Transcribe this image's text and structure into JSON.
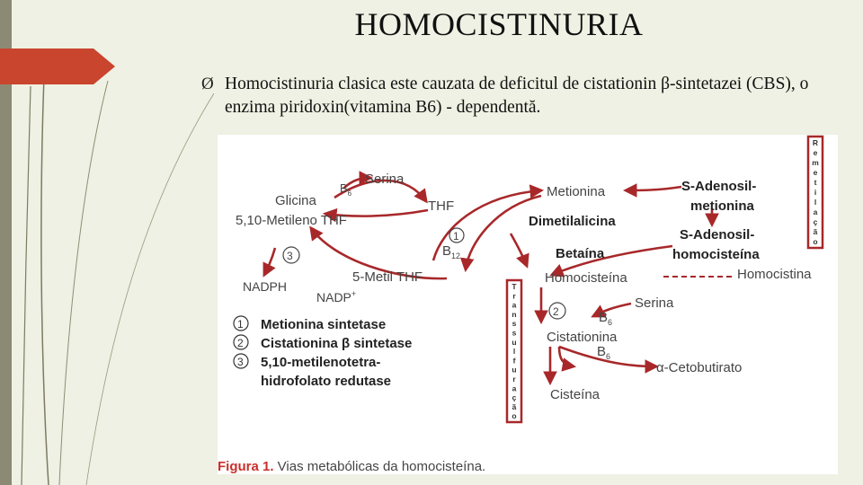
{
  "slide": {
    "title": "HOMOCISTINURIA",
    "bullet": "Homocistinuria clasica este cauzata de deficitul de cistationin β-sintetazei (CBS), o enzima piridoxin(vitamina B6) - dependentă.",
    "bullet_marker": "Ø"
  },
  "figure": {
    "labels": {
      "serina_top": "Serina",
      "glicina": "Glicina",
      "b6_top": "B",
      "b6_top_sub": "6",
      "thf": "THF",
      "metileno_thf": "5,10-Metileno THF",
      "circle1": "1",
      "b12": "B",
      "b12_sub": "12",
      "circle3": "3",
      "metil_thf": "5-Metil THF",
      "nadph": "NADPH",
      "nadp": "NADP",
      "nadp_sup": "+",
      "metionina": "Metionina",
      "dimetilalicina": "Dimetilalicina",
      "betaina": "Betaína",
      "sam1": "S-Adenosil-",
      "sam2": "metionina",
      "sah1": "S-Adenosil-",
      "sah2": "homocisteína",
      "homocisteina": "Homocisteína",
      "homocistina": "Homocistina",
      "serina_right": "Serina",
      "circle2": "2",
      "b6_mid": "B",
      "b6_mid_sub": "6",
      "cistationina": "Cistationina",
      "b6_low": "B",
      "b6_low_sub": "6",
      "cetobutirato": "α-Cetobutirato",
      "cisteina": "Cisteína",
      "legend1": "Metionina sintetase",
      "legend2": "Cistationina β sintetase",
      "legend3a": "5,10-metilenotetra-",
      "legend3b": "hidrofolato redutase",
      "leg_num1": "1",
      "leg_num2": "2",
      "leg_num3": "3",
      "caption_bold": "Figura 1.",
      "caption": " Vias metabólicas da homocisteína."
    },
    "vertical_box_1": [
      "R",
      "e",
      "m",
      "e",
      "t",
      "i",
      "l",
      "a",
      "ç",
      "ã",
      "o"
    ],
    "vertical_box_2": [
      "T",
      "r",
      "a",
      "n",
      "s",
      "s",
      "u",
      "l",
      "f",
      "u",
      "r",
      "a",
      "ç",
      "ã",
      "o"
    ],
    "colors": {
      "arrow": "#a8282a",
      "accent": "#c9452e",
      "background": "#eef1e3",
      "frame": "#8c8a74"
    }
  }
}
